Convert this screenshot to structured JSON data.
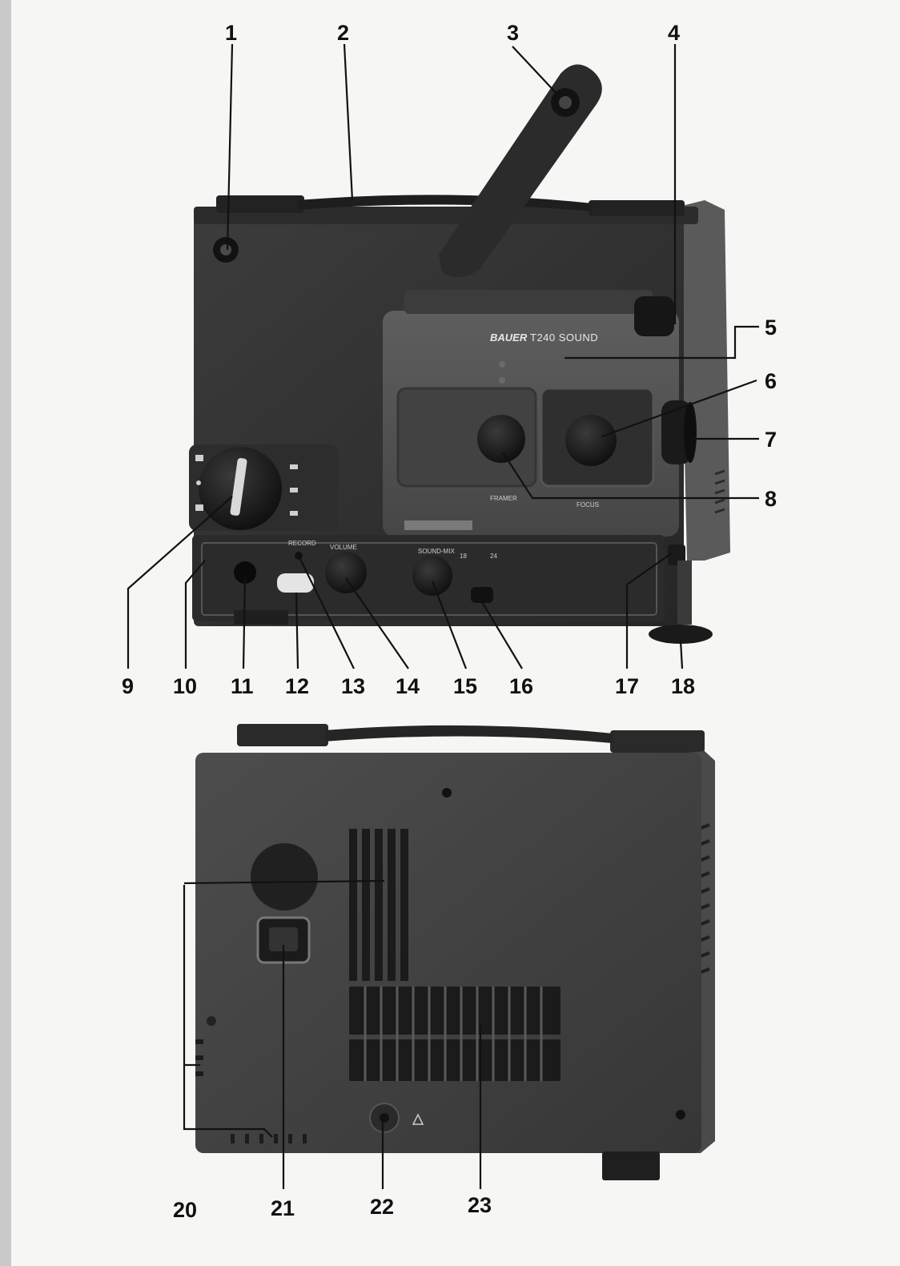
{
  "projector": {
    "brand": "BAUER",
    "model": "T240 SOUND",
    "panel_labels": {
      "framer": "FRAMER",
      "focus": "FOCUS",
      "record": "RECORD",
      "volume": "VOLUME",
      "sound_mix": "SOUND-MIX",
      "speed_18": "18",
      "speed_24": "24"
    }
  },
  "callouts": {
    "c1": "1",
    "c2": "2",
    "c3": "3",
    "c4": "4",
    "c5": "5",
    "c6": "6",
    "c7": "7",
    "c8": "8",
    "c9": "9",
    "c10": "10",
    "c11": "11",
    "c12": "12",
    "c13": "13",
    "c14": "14",
    "c15": "15",
    "c16": "16",
    "c17": "17",
    "c18": "18",
    "c20": "20",
    "c21": "21",
    "c22": "22",
    "c23": "23"
  },
  "colors": {
    "body_dark": "#3a3a3a",
    "panel": "#4a4a4a",
    "paper": "#f6f6f4"
  }
}
